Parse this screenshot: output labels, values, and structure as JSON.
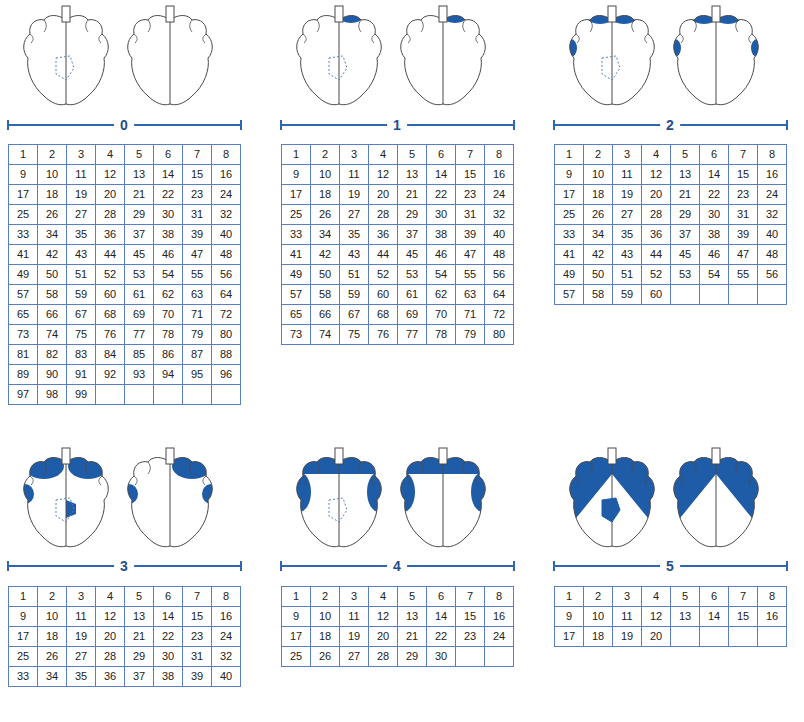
{
  "diagram": {
    "labels": [
      "0",
      "1",
      "2",
      "3",
      "4",
      "5",
      "6",
      "7",
      "8",
      "9",
      "10",
      "11",
      "12",
      "13",
      "14",
      "15",
      "16",
      "17",
      "18",
      "19",
      "20",
      "21",
      "22",
      "23",
      "24",
      "25",
      "26",
      "27",
      "28",
      "29",
      "30",
      "31",
      "32",
      "33",
      "34",
      "35",
      "36",
      "37",
      "38",
      "39",
      "40",
      "41",
      "42",
      "43",
      "44",
      "45",
      "46",
      "47",
      "48",
      "49",
      "50",
      "51",
      "52",
      "53",
      "54",
      "55",
      "56",
      "57",
      "58",
      "59",
      "60",
      "61",
      "62",
      "63",
      "64",
      "65",
      "66",
      "67",
      "68",
      "69",
      "70",
      "71",
      "72",
      "73",
      "74",
      "75",
      "76",
      "77",
      "78",
      "79",
      "80",
      "81",
      "82",
      "83",
      "84",
      "85",
      "86",
      "87",
      "88",
      "89",
      "90",
      "91",
      "92",
      "93",
      "94",
      "95",
      "96",
      "97",
      "98",
      "99",
      "1",
      "1",
      "2",
      "3",
      "4",
      "5",
      "6",
      "7",
      "8",
      "9",
      "10",
      "11",
      "12",
      "13",
      "14",
      "15",
      "16",
      "17",
      "18",
      "19",
      "20",
      "21",
      "22",
      "23",
      "24",
      "25",
      "26",
      "27",
      "28",
      "29",
      "30",
      "31",
      "32",
      "33",
      "34",
      "35",
      "36",
      "37",
      "38",
      "39",
      "40",
      "41",
      "42",
      "43",
      "44",
      "45",
      "46",
      "47",
      "48",
      "49",
      "50",
      "51",
      "52",
      "53",
      "54",
      "55",
      "56",
      "57",
      "58",
      "59",
      "60",
      "61",
      "62",
      "63",
      "64",
      "65",
      "66",
      "67",
      "68",
      "69",
      "70",
      "71",
      "72",
      "73",
      "74",
      "75",
      "76",
      "77",
      "78",
      "79",
      "80",
      "2",
      "1",
      "2",
      "3",
      "4",
      "5",
      "6",
      "7",
      "8",
      "9",
      "10",
      "11",
      "12",
      "13",
      "14",
      "15",
      "16",
      "17",
      "18",
      "19",
      "20",
      "21",
      "22",
      "23",
      "24",
      "25",
      "26",
      "27",
      "28",
      "29",
      "30",
      "31",
      "32",
      "33",
      "34",
      "35",
      "36",
      "37",
      "38",
      "39",
      "40",
      "41",
      "42",
      "43",
      "44",
      "45",
      "46",
      "47",
      "48",
      "49",
      "50",
      "51",
      "52",
      "53",
      "54",
      "55",
      "56",
      "57",
      "58",
      "59",
      "60",
      "3",
      "1",
      "2",
      "3",
      "4",
      "5",
      "6",
      "7",
      "8",
      "9",
      "10",
      "11",
      "12",
      "13",
      "14",
      "15",
      "16",
      "17",
      "18",
      "19",
      "20",
      "21",
      "22",
      "23",
      "24",
      "25",
      "26",
      "27",
      "28",
      "29",
      "30",
      "31",
      "32",
      "33",
      "34",
      "35",
      "36",
      "37",
      "38",
      "39",
      "40",
      "4",
      "1",
      "2",
      "3",
      "4",
      "5",
      "6",
      "7",
      "8",
      "9",
      "10",
      "11",
      "12",
      "13",
      "14",
      "15",
      "16",
      "17",
      "18",
      "19",
      "20",
      "21",
      "22",
      "23",
      "24",
      "25",
      "26",
      "27",
      "28",
      "29",
      "30",
      "5",
      "1",
      "2",
      "3",
      "4",
      "5",
      "6",
      "7",
      "8",
      "9",
      "10",
      "11",
      "12",
      "13",
      "14",
      "15",
      "16",
      "17",
      "18",
      "19",
      "20"
    ]
  }
}
